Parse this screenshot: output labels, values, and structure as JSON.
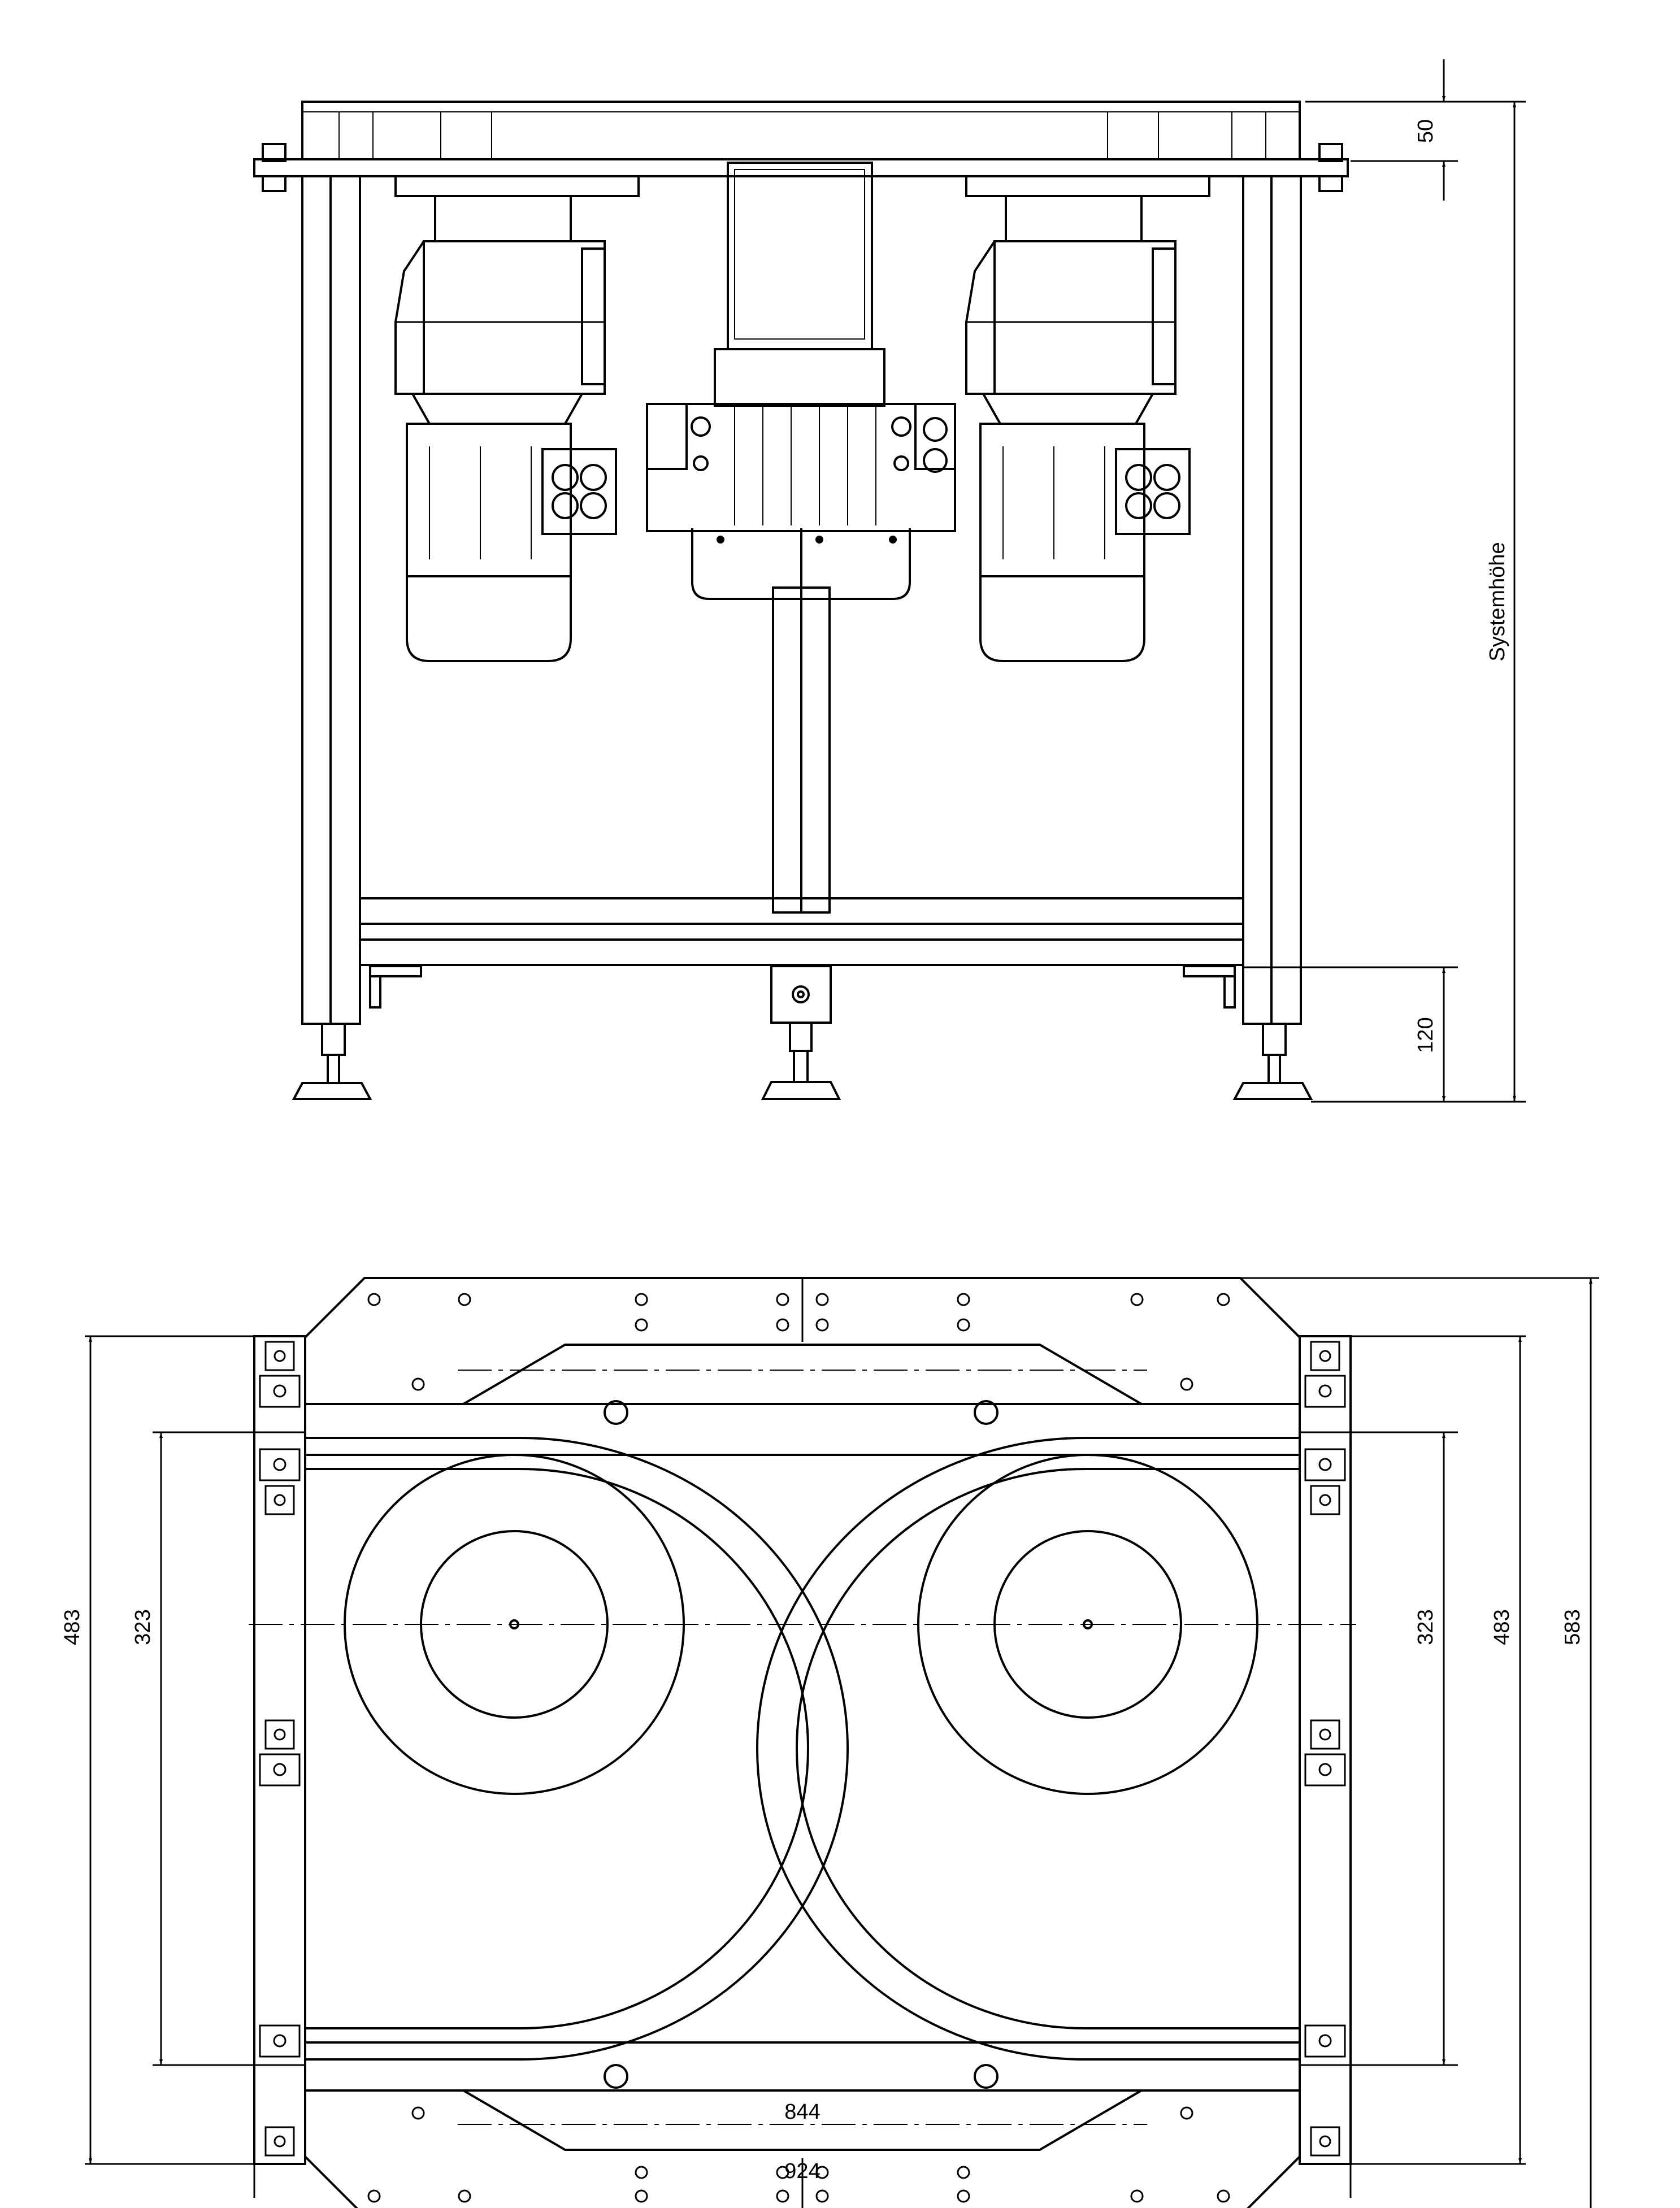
{
  "colors": {
    "line": "#000000",
    "background": "#ffffff"
  },
  "side_view": {
    "dim_top_plate": "50",
    "dim_foot": "120",
    "dim_system_height": "Systemhöhe"
  },
  "top_view": {
    "dim_inner_left": "323",
    "dim_outer_left": "483",
    "dim_inner_right": "323",
    "dim_outer_right": "483",
    "dim_total_depth": "583",
    "dim_inner_width": "844",
    "dim_total_width": "924"
  }
}
